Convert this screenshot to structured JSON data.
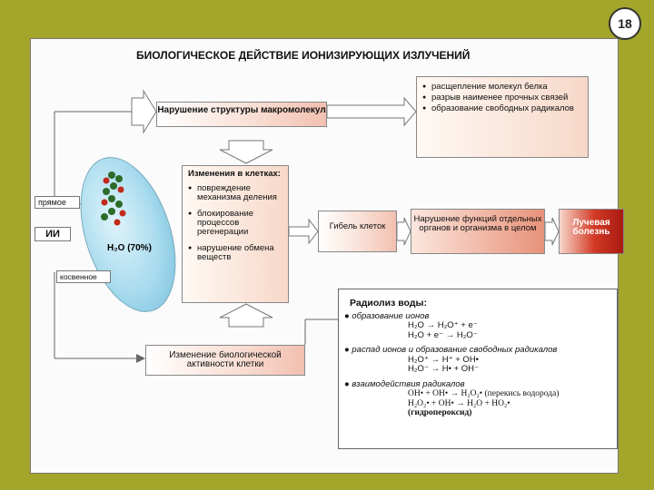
{
  "page_number": "18",
  "title": "БИОЛОГИЧЕСКОЕ ДЕЙСТВИЕ ИОНИЗИРУЮЩИХ ИЗЛУЧЕНИЙ",
  "macromolecule_box": {
    "text": "Нарушение структуры макромолекул"
  },
  "macromolecule_effects": [
    "расщепление молекул белка",
    "разрыв наименее прочных связей",
    "образование свободных радикалов"
  ],
  "cell_changes": {
    "heading": "Изменения в клетках:",
    "items": [
      "повреждение механизма деления",
      "блокирование процессов регенерации",
      "нарушение обмена веществ"
    ]
  },
  "labels": {
    "direct": "прямое",
    "ii": "ИИ",
    "water": "H₂O (70%)",
    "indirect": "косвенное"
  },
  "outcomes": {
    "cell_death": "Гибель клеток",
    "function_disruption": "Нарушение функций отдельных органов и организма в целом",
    "radiation_sickness": "Лучевая болезнь"
  },
  "bio_activity_box": {
    "text": "Изменение биологической активности клетки"
  },
  "radiolysis": {
    "title": "Радиолиз воды:",
    "sections": [
      {
        "label": "образование ионов",
        "equations": [
          "H₂O → H₂O⁺ + e⁻",
          "H₂O + e⁻ → H₂O⁻"
        ]
      },
      {
        "label": "распад ионов и образование свободных радикалов",
        "equations": [
          "H₂O⁺ → H⁺ + OH•",
          "H₂O⁻ → H• + OH⁻"
        ]
      },
      {
        "label": "взаимодействия радикалов",
        "equations": [
          "OH• + OH• → H₂O₂• (перекись водорода)",
          "H₂O₂• + OH• → H₂O + HO₂•",
          "(гидропероксид)"
        ]
      }
    ]
  }
}
